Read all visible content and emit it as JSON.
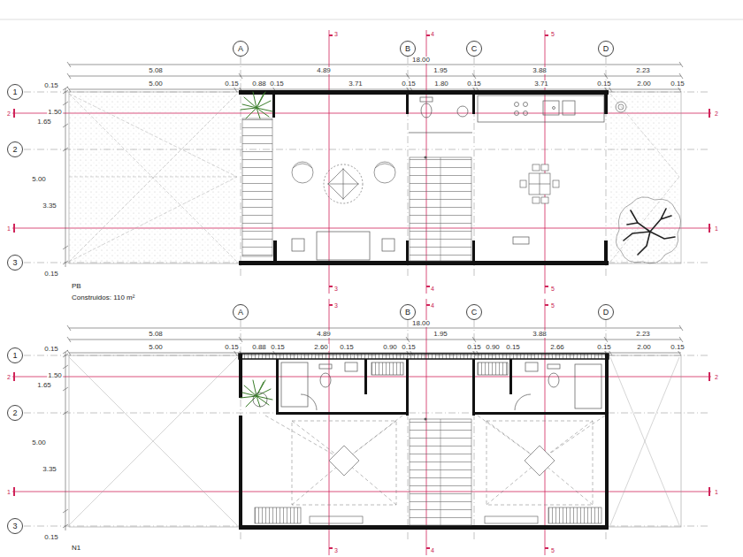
{
  "diagram": {
    "nodes": [
      {
        "text": [
          "A"
        ]
      },
      {
        "text": [
          "B"
        ]
      },
      {
        "text": [
          "C"
        ]
      },
      {
        "text": [
          "D"
        ]
      },
      {
        "text": [
          "1"
        ]
      },
      {
        "text": [
          "2"
        ]
      },
      {
        "text": [
          "3"
        ]
      },
      {
        "text": [
          "A"
        ]
      },
      {
        "text": [
          "B"
        ]
      },
      {
        "text": [
          "C"
        ]
      },
      {
        "text": [
          "D"
        ]
      },
      {
        "text": [
          "1"
        ]
      },
      {
        "text": [
          "2"
        ]
      },
      {
        "text": [
          "3"
        ]
      }
    ],
    "labels": [
      "18.00",
      "5.08",
      "4.89",
      "1.95",
      "3.88",
      "2.23",
      "5.00",
      "0.15",
      "0.88",
      "0.15",
      "3.71",
      "0.15",
      "1.80",
      "0.15",
      "3.71",
      "0.15",
      "2.00",
      "0.15",
      "0.15",
      "1.50",
      "1.65",
      "5.00",
      "3.35",
      "0.15",
      "3",
      "4",
      "5",
      "2",
      "2",
      "1",
      "1",
      "3",
      "4",
      "5",
      "PB",
      "Construidos: 110 m²",
      "18.00",
      "5.08",
      "4.89",
      "1.95",
      "3.88",
      "2.23",
      "5.00",
      "0.15",
      "0.88",
      "0.15",
      "2.60",
      "0.15",
      "0.90",
      "0.15",
      "0.15",
      "0.90",
      "0.15",
      "2.66",
      "0.15",
      "2.00",
      "0.15",
      "0.15",
      "1.50",
      "1.65",
      "5.00",
      "3.35",
      "0.15",
      "3",
      "4",
      "5",
      "2",
      "2",
      "1",
      "1",
      "3",
      "4",
      "5",
      "N1"
    ]
  }
}
